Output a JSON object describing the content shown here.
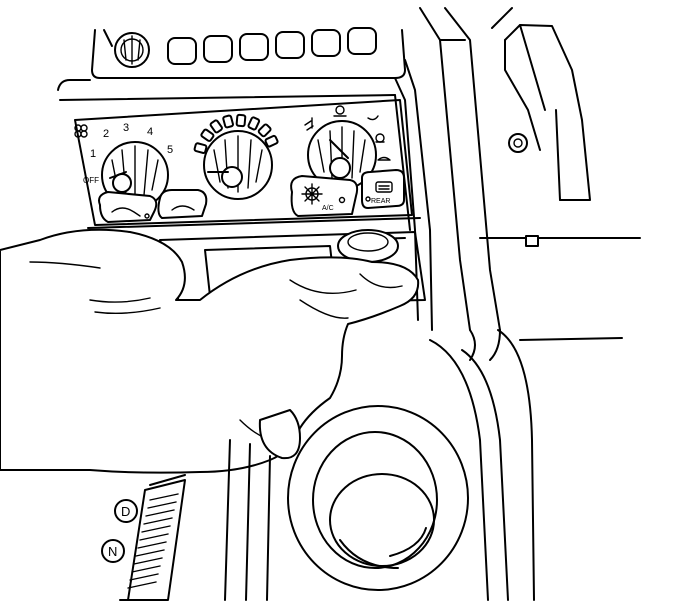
{
  "colors": {
    "line": "#000000",
    "background": "#ffffff"
  },
  "fan_knob": {
    "icon": "fan-icon",
    "speed_labels": [
      "1",
      "2",
      "3",
      "4",
      "5"
    ],
    "off_label": "OFF"
  },
  "temp_knob": {
    "icon": "temperature-dial-icon"
  },
  "mode_knob": {
    "icons": [
      "panel-vent-icon",
      "bi-level-icon",
      "floor-icon",
      "defrost-icon",
      "defog-icon"
    ]
  },
  "ac_button": {
    "label": "A/C",
    "icon": "snowflake-icon"
  },
  "rear_defog_button": {
    "label": "REAR",
    "icon": "rear-window-defog-icon"
  },
  "shift_indicator": {
    "letters": [
      "D",
      "N"
    ]
  }
}
